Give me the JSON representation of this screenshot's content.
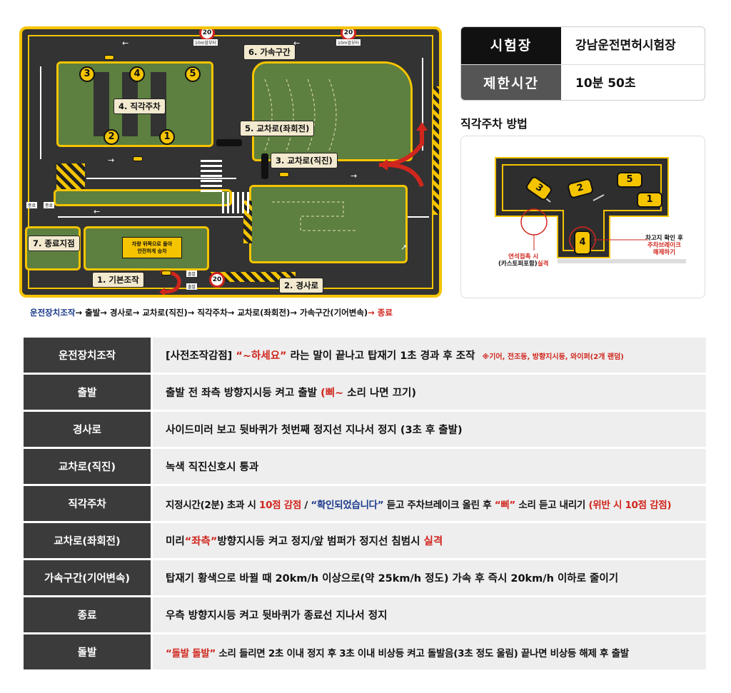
{
  "map": {
    "labels": {
      "accel": "6. 가속구간",
      "parking": "4. 직각주차",
      "cross_left": "5. 교차로(좌회전)",
      "cross_straight": "3. 교차로(직진)",
      "finish": "7. 종료지점",
      "basic": "1. 기본조작",
      "slope": "2. 경사로"
    },
    "speed_sign": "20",
    "speed_sign_note": "10m앞부터",
    "finish_marks": [
      "종료",
      "종료"
    ],
    "exit_marks": [
      "출발",
      "출발"
    ],
    "notice": [
      "차량 뒤쪽으로 돌아",
      "안전하게 승차"
    ],
    "spots": [
      "3",
      "4",
      "5",
      "2",
      "1"
    ]
  },
  "route": {
    "parts": [
      "운전장치조작",
      "→ 출발",
      "→ 경사로",
      "→ 교차로(직진)",
      "→ 직각주차",
      "→ 교차로(좌회전)",
      "→ 가속구간(기어변속)",
      "→ 종료"
    ]
  },
  "info": {
    "venue_label": "시험장",
    "venue_value": "강남운전면허시험장",
    "time_label": "제한시간",
    "time_value": "10분 50초"
  },
  "parking": {
    "title": "직각주차 방법",
    "cars": [
      "3",
      "2",
      "5",
      "1",
      "4"
    ],
    "left_note_line1": "연석접촉 시",
    "left_note_line2a": "(카스토퍼포함)",
    "left_note_line2b": "실격",
    "right_note_line1": "차고지 확인 후",
    "right_note_line2": "주차브레이크",
    "right_note_line3": "해제하기"
  },
  "colors": {
    "accent": "#f5c400",
    "red": "#d0261d",
    "blue": "#1b3a8c",
    "dark": "#3b3b3b"
  },
  "rules": [
    {
      "key": "운전장치조작",
      "a": "[사전조작감점] ",
      "b": "“~하세요”",
      "c": " 라는 말이 끝나고 탑재기 1초 경과 후 조작",
      "note": "※기어, 전조등, 방향지시등, 와이퍼(2개 랜덤)"
    },
    {
      "key": "출발",
      "a": "출발 전 좌측 방향지시등 켜고 출발 ",
      "b": "(삐~",
      "c": " 소리 나면 끄기)"
    },
    {
      "key": "경사로",
      "a": "사이드미러 보고 뒷바퀴가 첫번째 정지선 지나서 정지 (3초 후 출발)"
    },
    {
      "key": "교차로(직진)",
      "a": "녹색 직진신호시 통과"
    },
    {
      "key": "직각주차",
      "a": "지정시간(2분) 초과 시 ",
      "b": "10점 감점",
      "c": " / ",
      "d": "“확인되었습니다”",
      "e": " 듣고 주차브레이크 올린 후 ",
      "f": "“삐”",
      "g": " 소리 듣고 내리기 ",
      "h": "(위반 시 10점 감점)"
    },
    {
      "key": "교차로(좌회전)",
      "a": "미리",
      "b": "“좌측”",
      "c": "방향지시등 켜고 정지/앞 범퍼가 정지선 침범시 ",
      "d": "실격"
    },
    {
      "key": "가속구간(기어변속)",
      "a": "탑재기 황색으로 바뀔 때 20km/h 이상으로(약 25km/h 정도) 가속 후 즉시 20km/h 이하로 줄이기"
    },
    {
      "key": "종료",
      "a": "우측 방향지시등 켜고 뒷바퀴가 종료선 지나서 정지"
    },
    {
      "key": "돌발",
      "a": "“돌발 돌발”",
      "b": " 소리 들리면 2초 이내 정지 후 3초 이내 비상등 켜고 돌발음(3초 정도 울림) 끝나면 비상등 해제 후 출발"
    }
  ]
}
